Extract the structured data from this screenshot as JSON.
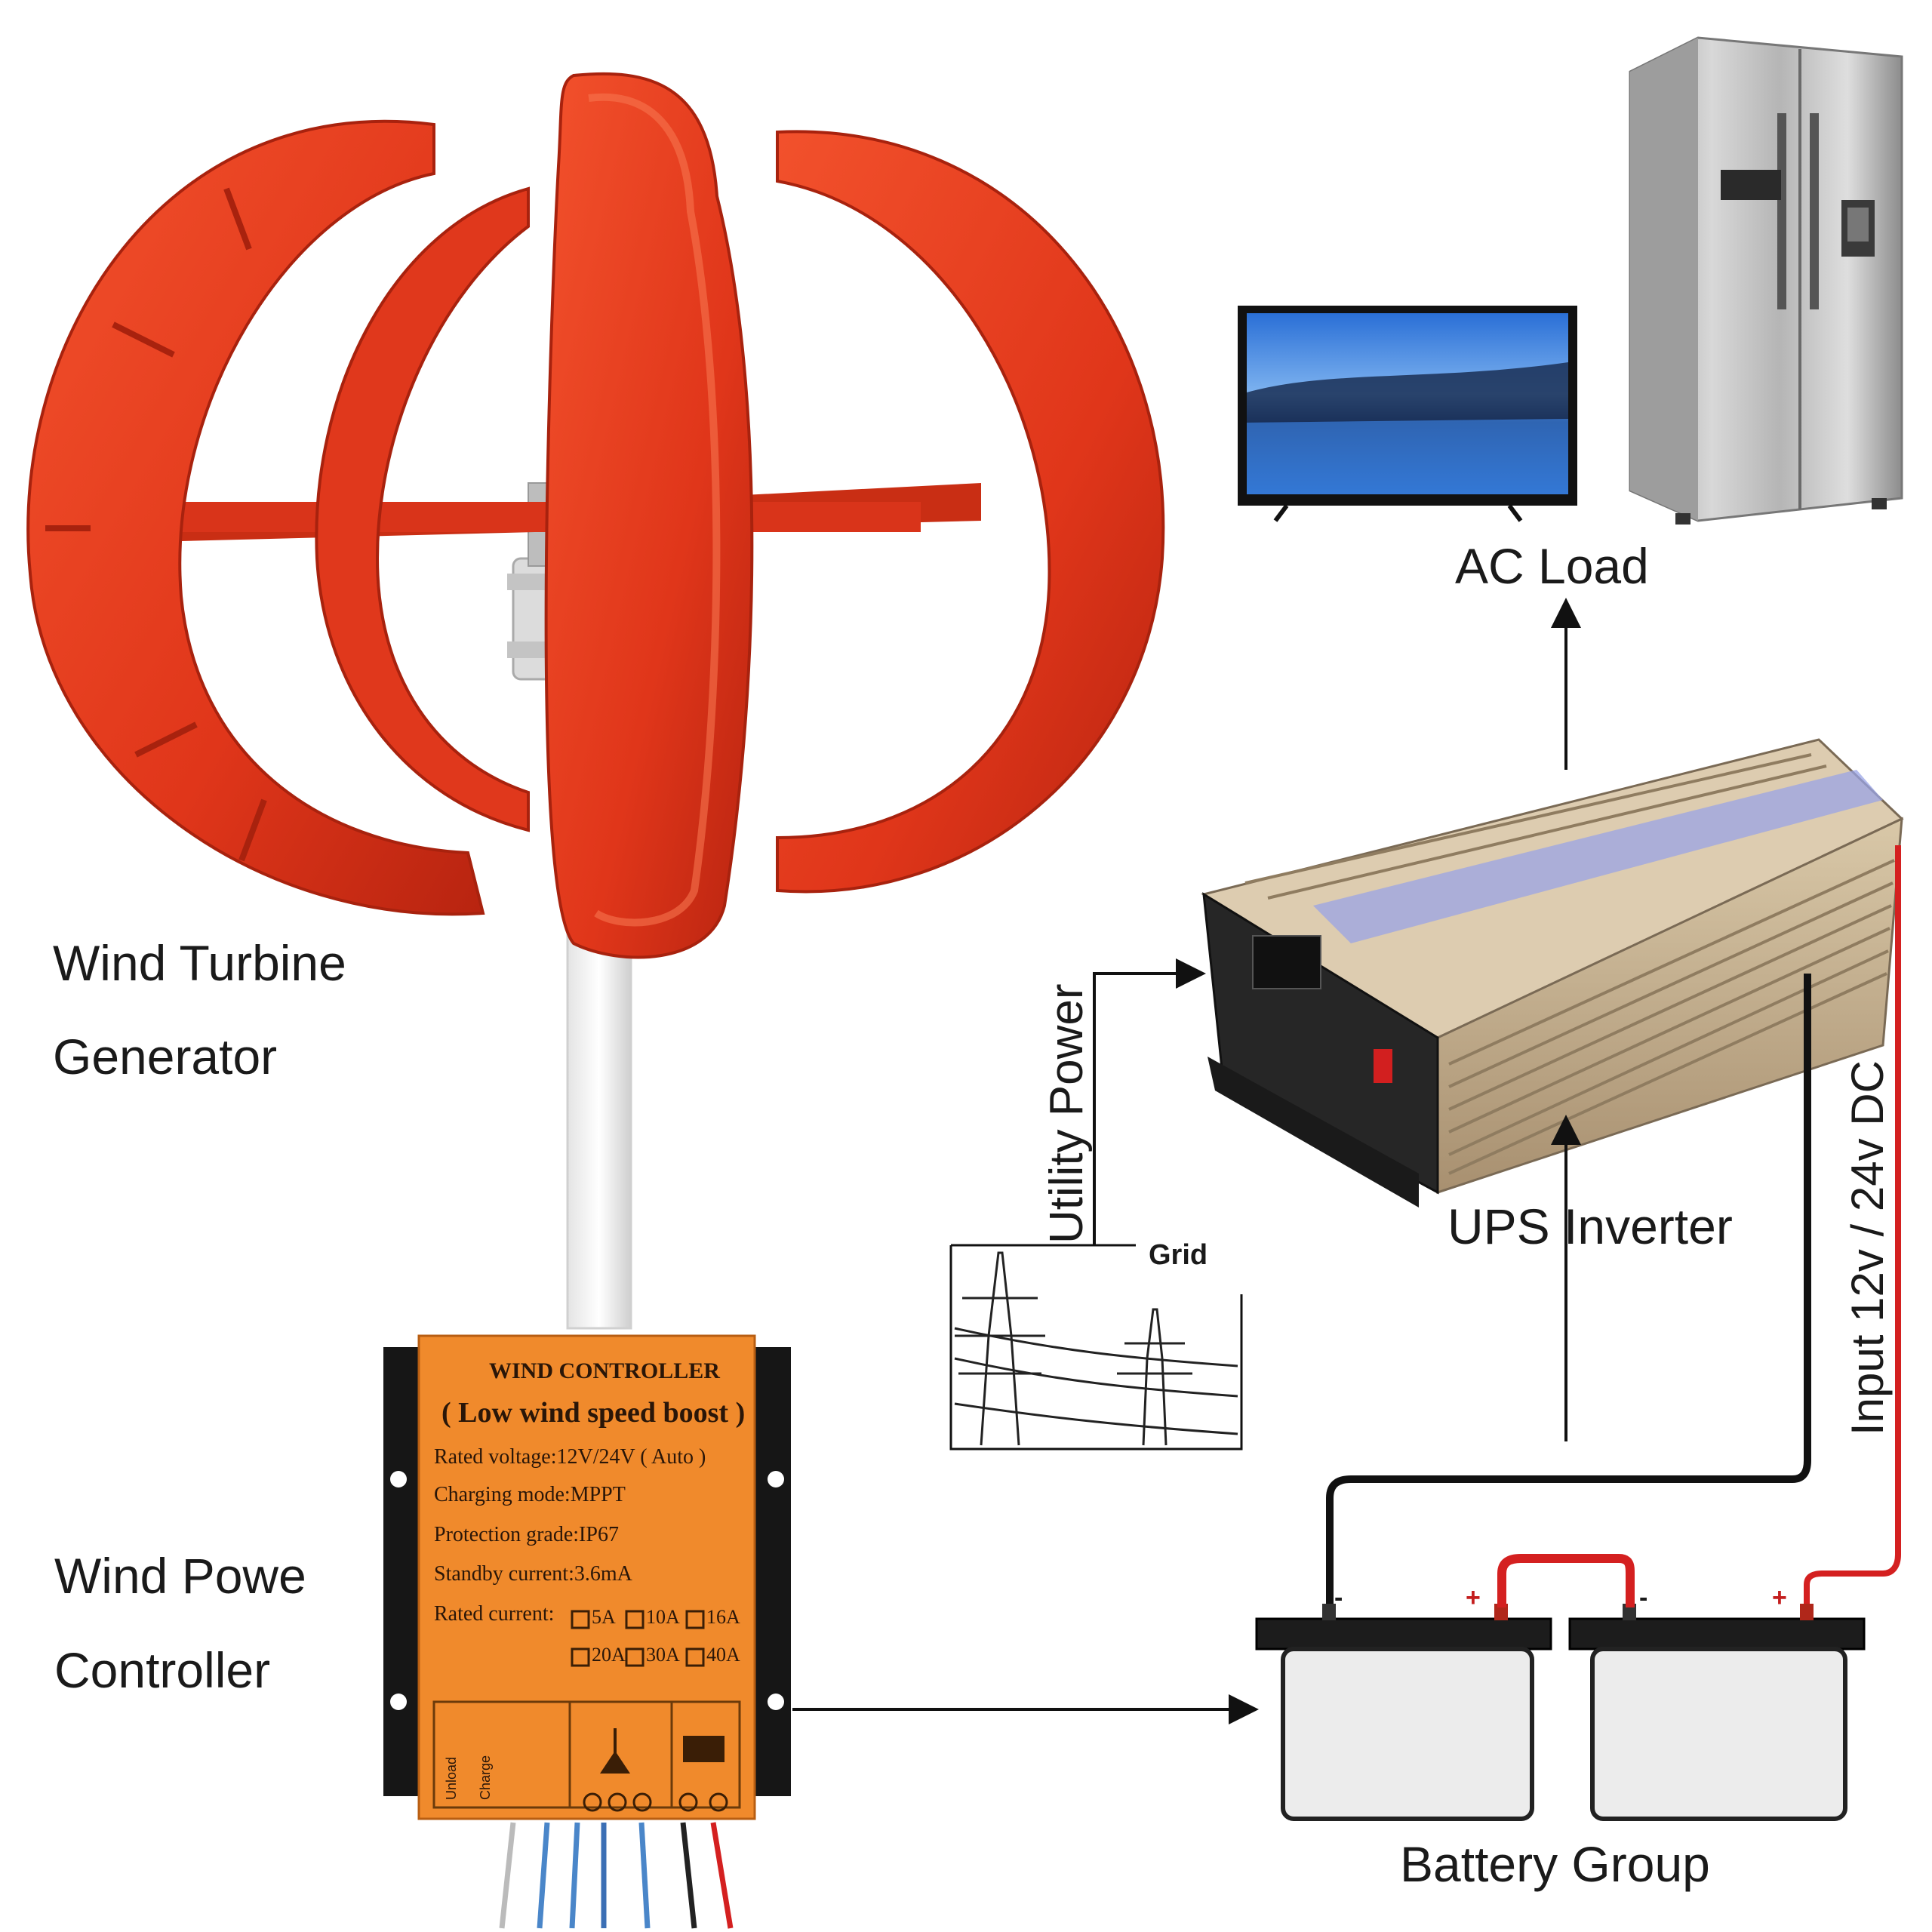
{
  "labels": {
    "wind_turbine_line1": "Wind Turbine",
    "wind_turbine_line2": "Generator",
    "wind_controller_line1": "Wind Powe",
    "wind_controller_line2": "Controller",
    "ac_load": "AC Load",
    "ups_inverter": "UPS Inverter",
    "utility_power": "Utility Power",
    "grid": "Grid",
    "input_dc": "Input 12v / 24v DC",
    "battery_group": "Battery Group"
  },
  "controller": {
    "title": "WIND CONTROLLER",
    "subtitle": "( Low wind speed boost )",
    "rated_voltage": "Rated voltage:12V/24V ( Auto )",
    "charging_mode": "Charging mode:MPPT",
    "protection": "Protection grade:IP67",
    "standby": "Standby current:3.6mA",
    "rated_current_label": "Rated current:",
    "currents_row1": [
      "5A",
      "10A",
      "16A"
    ],
    "currents_row2": [
      "20A",
      "30A",
      "40A"
    ],
    "terminal_unload": "Unload",
    "terminal_charge": "Charge"
  },
  "battery_terminals": {
    "plus": "+",
    "minus": "-"
  },
  "colors": {
    "turbine_red": "#e8361a",
    "controller_orange": "#f08a2c",
    "wire_red": "#d42020",
    "wire_black": "#111111"
  }
}
